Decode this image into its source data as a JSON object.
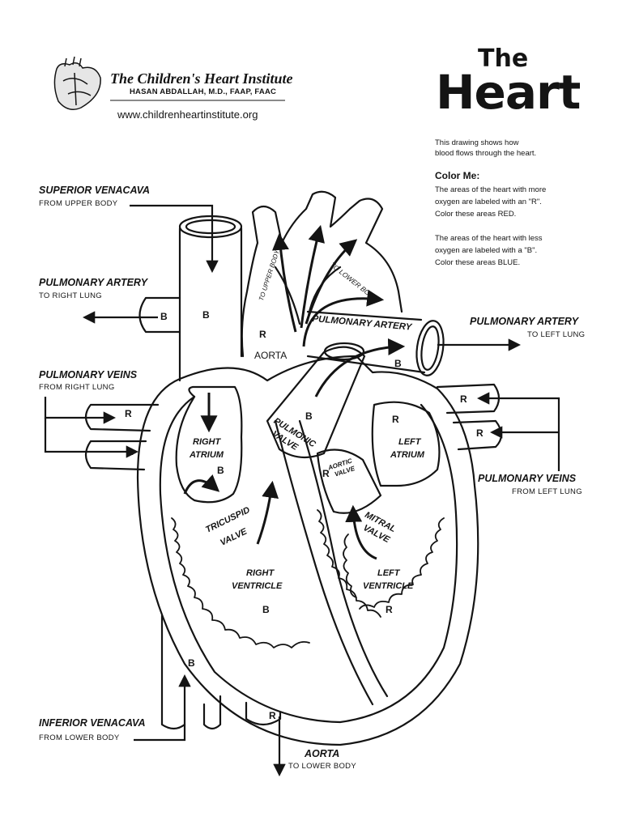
{
  "header": {
    "institute_name": "The Children's Heart Institute",
    "doctor": "HASAN ABDALLAH, M.D., FAAP, FAAC",
    "url": "www.childrenheartinstitute.org"
  },
  "title": {
    "line1": "The",
    "line2": "Heart"
  },
  "intro": [
    "This drawing shows how",
    "blood flows through the heart."
  ],
  "color_me": {
    "heading": "Color Me:",
    "para1": [
      "The areas of the heart with more",
      "oxygen are labeled with an \"R\".",
      "Color these areas RED."
    ],
    "para2": [
      "The areas of the heart with less",
      "oxygen are labeled with a \"B\".",
      "Color these areas BLUE."
    ]
  },
  "outer_labels": {
    "svc": {
      "title": "SUPERIOR VENACAVA",
      "sub": "FROM UPPER BODY"
    },
    "pa_right": {
      "title": "PULMONARY ARTERY",
      "sub": "TO RIGHT LUNG"
    },
    "pv_right": {
      "title": "PULMONARY VEINS",
      "sub": "FROM RIGHT LUNG"
    },
    "pa_left": {
      "title": "PULMONARY ARTERY",
      "sub": "TO LEFT LUNG"
    },
    "pv_left": {
      "title": "PULMONARY VEINS",
      "sub": "FROM LEFT LUNG"
    },
    "ivc": {
      "title": "INFERIOR VENACAVA",
      "sub": "FROM LOWER BODY"
    },
    "aorta_bottom": {
      "title": "AORTA",
      "sub": "TO LOWER BODY"
    }
  },
  "inner_labels": {
    "to_upper_body": "TO UPPER BODY",
    "to_lower_body": "TO LOWER BODY",
    "aorta": "AORTA",
    "pulmonary_artery": "PULMONARY ARTERY",
    "right_atrium": [
      "RIGHT",
      "ATRIUM"
    ],
    "left_atrium": [
      "LEFT",
      "ATRIUM"
    ],
    "pulmonic_valve": [
      "PULMONIC",
      "VALVE"
    ],
    "aortic_valve": [
      "AORTIC",
      "VALVE"
    ],
    "tricuspid_valve": [
      "TRICUSPID",
      "VALVE"
    ],
    "mitral_valve": [
      "MITRAL",
      "VALVE"
    ],
    "right_ventricle": [
      "RIGHT",
      "VENTRICLE"
    ],
    "left_ventricle": [
      "LEFT",
      "VENTRICLE"
    ]
  },
  "markers": {
    "oxygen_rich": "R",
    "oxygen_poor": "B"
  },
  "colors": {
    "line": "#141414",
    "paper": "#ffffff"
  }
}
